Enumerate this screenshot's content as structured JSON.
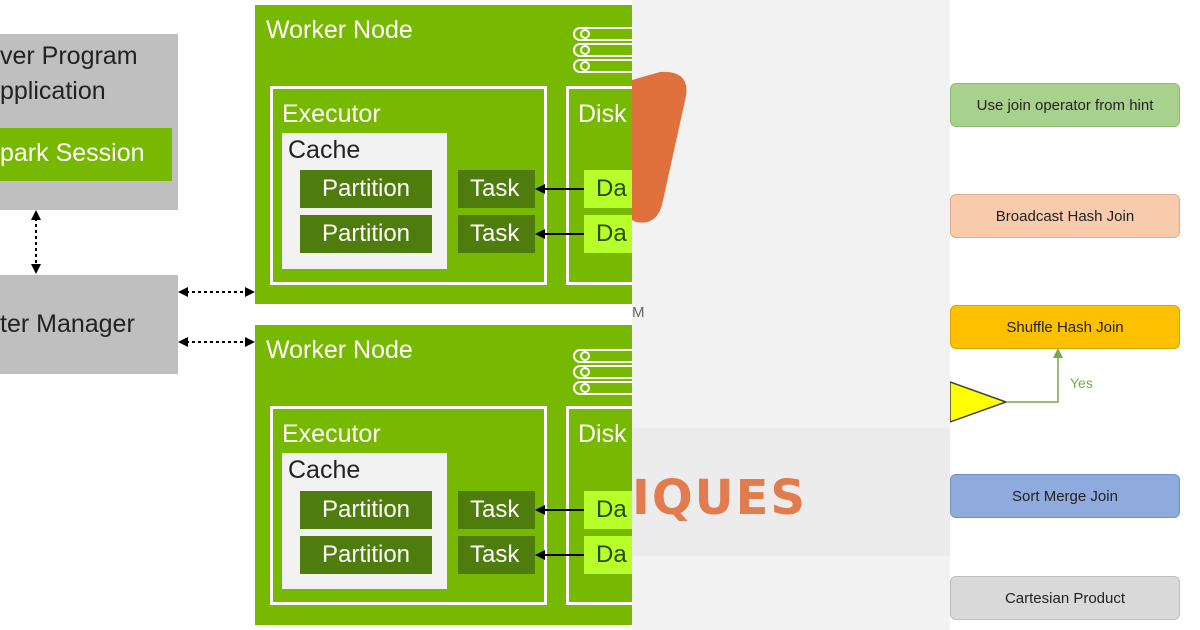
{
  "left": {
    "driver_line1": "ver Program",
    "driver_line2": "pplication",
    "spark_session": "park Session",
    "cluster_manager": "ter Manager",
    "workers": [
      {
        "title": "Worker Node",
        "executor": "Executor",
        "cache": "Cache",
        "partitions": [
          "Partition",
          "Partition"
        ],
        "tasks": [
          "Task",
          "Task"
        ],
        "disk": "Disk",
        "data": [
          "Da",
          "Da"
        ]
      },
      {
        "title": "Worker Node",
        "executor": "Executor",
        "cache": "Cache",
        "partitions": [
          "Partition",
          "Partition"
        ],
        "tasks": [
          "Task",
          "Task"
        ],
        "disk": "Disk",
        "data": [
          "Da",
          "Da"
        ]
      }
    ],
    "colors": {
      "worker_green": "#76b900",
      "dark_green": "#4e7d0e",
      "light_green": "#b7ff2a",
      "grey": "#bfbfbf"
    }
  },
  "middle": {
    "fragment": "M",
    "banner": "IQUES",
    "colors": {
      "logo_orange": "#e0703c",
      "banner_text": "#e27c4e"
    }
  },
  "right": {
    "joins": [
      {
        "label": "Use join operator from hint",
        "color": "#a9d18e"
      },
      {
        "label": "Broadcast Hash Join",
        "color": "#f8cbad"
      },
      {
        "label": "Shuffle Hash Join",
        "color": "#ffc000"
      },
      {
        "label": "Sort Merge Join",
        "color": "#8faadc"
      },
      {
        "label": "Cartesian Product",
        "color": "#d9d9d9"
      }
    ],
    "yes_label": "Yes",
    "colors": {
      "decision": "#ffff00",
      "connector": "#70ad47"
    }
  }
}
